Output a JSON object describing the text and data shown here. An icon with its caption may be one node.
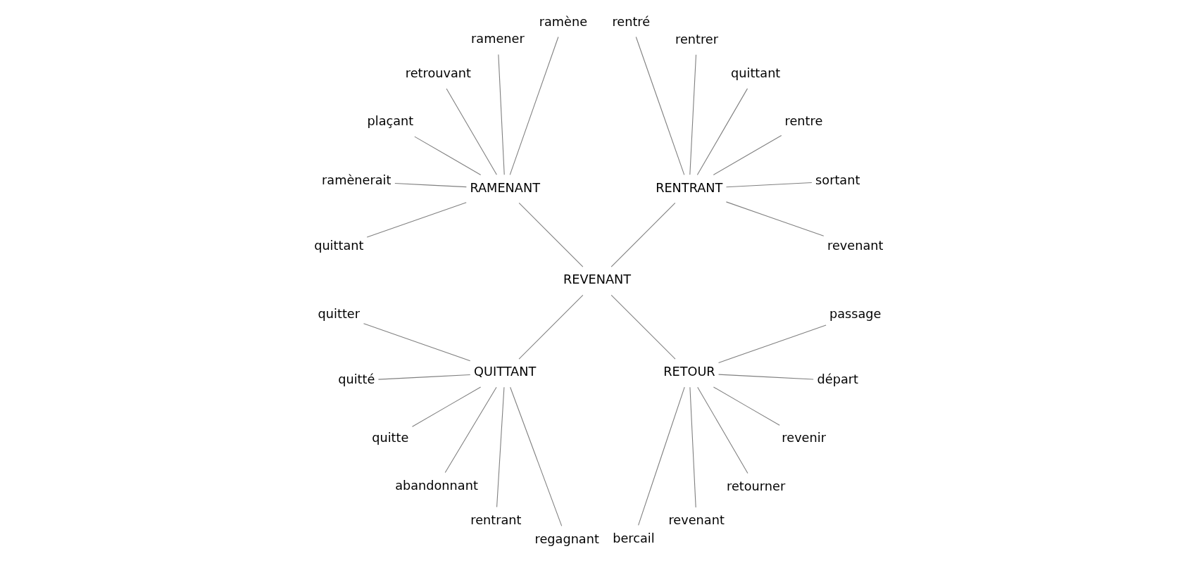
{
  "diagram": {
    "nodes": [
      {
        "text": [
          "REVENANT"
        ]
      },
      {
        "text": [
          "RENTRANT"
        ]
      },
      {
        "text": [
          "revenant"
        ]
      },
      {
        "text": [
          "sortant"
        ]
      },
      {
        "text": [
          "rentre"
        ]
      },
      {
        "text": [
          "quittant"
        ]
      },
      {
        "text": [
          "rentrer"
        ]
      },
      {
        "text": [
          "rentré"
        ]
      },
      {
        "text": [
          "RAMENANT"
        ]
      },
      {
        "text": [
          "ramène"
        ]
      },
      {
        "text": [
          "ramener"
        ]
      },
      {
        "text": [
          "retrouvant"
        ]
      },
      {
        "text": [
          "plaçant"
        ]
      },
      {
        "text": [
          "ramènerait"
        ]
      },
      {
        "text": [
          "quittant"
        ]
      },
      {
        "text": [
          "QUITTANT"
        ]
      },
      {
        "text": [
          "quitter"
        ]
      },
      {
        "text": [
          "quitté"
        ]
      },
      {
        "text": [
          "quitte"
        ]
      },
      {
        "text": [
          "abandonnant"
        ]
      },
      {
        "text": [
          "rentrant"
        ]
      },
      {
        "text": [
          "regagnant"
        ]
      },
      {
        "text": [
          "RETOUR"
        ]
      },
      {
        "text": [
          "bercail"
        ]
      },
      {
        "text": [
          "revenant"
        ]
      },
      {
        "text": [
          "retourner"
        ]
      },
      {
        "text": [
          "revenir"
        ]
      },
      {
        "text": [
          "départ"
        ]
      },
      {
        "text": [
          "passage"
        ]
      }
    ],
    "edges": [
      {
        "from": 0,
        "to": 1,
        "arrow": "none"
      },
      {
        "from": 0,
        "to": 8,
        "arrow": "none"
      },
      {
        "from": 0,
        "to": 15,
        "arrow": "none"
      },
      {
        "from": 0,
        "to": 22,
        "arrow": "none"
      },
      {
        "from": 1,
        "to": 2,
        "arrow": "none"
      },
      {
        "from": 1,
        "to": 3,
        "arrow": "none"
      },
      {
        "from": 1,
        "to": 4,
        "arrow": "none"
      },
      {
        "from": 1,
        "to": 5,
        "arrow": "none"
      },
      {
        "from": 1,
        "to": 6,
        "arrow": "none"
      },
      {
        "from": 1,
        "to": 7,
        "arrow": "none"
      },
      {
        "from": 8,
        "to": 9,
        "arrow": "none"
      },
      {
        "from": 8,
        "to": 10,
        "arrow": "none"
      },
      {
        "from": 8,
        "to": 11,
        "arrow": "none"
      },
      {
        "from": 8,
        "to": 12,
        "arrow": "none"
      },
      {
        "from": 8,
        "to": 13,
        "arrow": "none"
      },
      {
        "from": 8,
        "to": 14,
        "arrow": "none"
      },
      {
        "from": 15,
        "to": 16,
        "arrow": "none"
      },
      {
        "from": 15,
        "to": 17,
        "arrow": "none"
      },
      {
        "from": 15,
        "to": 18,
        "arrow": "none"
      },
      {
        "from": 15,
        "to": 19,
        "arrow": "none"
      },
      {
        "from": 15,
        "to": 20,
        "arrow": "none"
      },
      {
        "from": 15,
        "to": 21,
        "arrow": "none"
      },
      {
        "from": 22,
        "to": 23,
        "arrow": "none"
      },
      {
        "from": 22,
        "to": 24,
        "arrow": "none"
      },
      {
        "from": 22,
        "to": 25,
        "arrow": "none"
      },
      {
        "from": 22,
        "to": 26,
        "arrow": "none"
      },
      {
        "from": 22,
        "to": 27,
        "arrow": "none"
      },
      {
        "from": 22,
        "to": 28,
        "arrow": "none"
      }
    ]
  }
}
